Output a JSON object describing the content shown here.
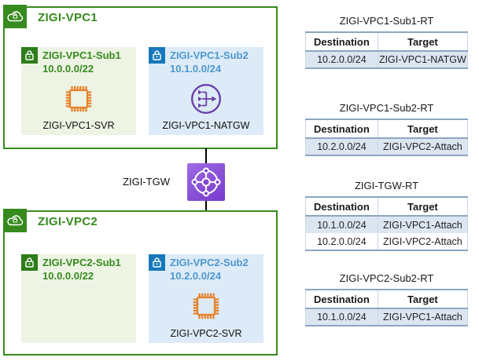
{
  "colors": {
    "vpc_green": "#368A1E",
    "subnet_green_bg": "#EDF4E4",
    "subnet_blue_bg": "#DCEBF7",
    "lock_blue": "#1779BA",
    "subnet_blue_text": "#4E97CE",
    "server_orange": "#E8822B",
    "natgw_purple": "#6B3FA8",
    "tgw_purple": "#8248D2",
    "table_band": "#DCE6F1",
    "table_border": "#8CA6C2"
  },
  "vpc1": {
    "title": "ZIGI-VPC1",
    "sub1": {
      "name": "ZIGI-VPC1-Sub1",
      "cidr": "10.0.0.0/22",
      "resource": "ZIGI-VPC1-SVR"
    },
    "sub2": {
      "name": "ZIGI-VPC1-Sub2",
      "cidr": "10.1.0.0/24",
      "resource": "ZIGI-VPC1-NATGW"
    }
  },
  "tgw": {
    "label": "ZIGI-TGW"
  },
  "vpc2": {
    "title": "ZIGI-VPC2",
    "sub1": {
      "name": "ZIGI-VPC2-Sub1",
      "cidr": "10.0.0.0/22"
    },
    "sub2": {
      "name": "ZIGI-VPC2-Sub2",
      "cidr": "10.2.0.0/24",
      "resource": "ZIGI-VPC2-SVR"
    }
  },
  "route_tables": [
    {
      "title": "ZIGI-VPC1-Sub1-RT",
      "headers": [
        "Destination",
        "Target"
      ],
      "rows": [
        [
          "10.2.0.0/24",
          "ZIGI-VPC1-NATGW"
        ]
      ]
    },
    {
      "title": "ZIGI-VPC1-Sub2-RT",
      "headers": [
        "Destination",
        "Target"
      ],
      "rows": [
        [
          "10.2.0.0/24",
          "ZIGI-VPC2-Attach"
        ]
      ]
    },
    {
      "title": "ZIGI-TGW-RT",
      "headers": [
        "Destination",
        "Target"
      ],
      "rows": [
        [
          "10.1.0.0/24",
          "ZIGI-VPC1-Attach"
        ],
        [
          "10.2.0.0/24",
          "ZIGI-VPC2-Attach"
        ]
      ]
    },
    {
      "title": "ZIGI-VPC2-Sub2-RT",
      "headers": [
        "Destination",
        "Target"
      ],
      "rows": [
        [
          "10.1.0.0/24",
          "ZIGI-VPC1-Attach"
        ]
      ]
    }
  ]
}
